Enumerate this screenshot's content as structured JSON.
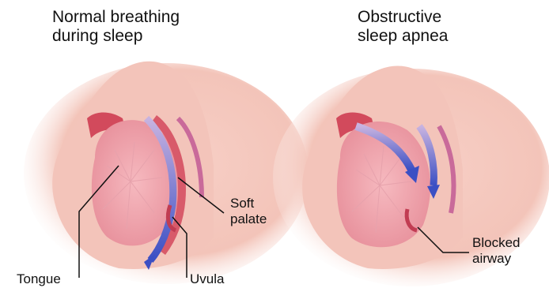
{
  "panels": {
    "left": {
      "title_line1": "Normal breathing",
      "title_line2": "during sleep"
    },
    "right": {
      "title_line1": "Obstructive",
      "title_line2": "sleep apnea"
    }
  },
  "labels": {
    "soft_palate_line1": "Soft",
    "soft_palate_line2": "palate",
    "tongue": "Tongue",
    "uvula": "Uvula",
    "blocked_line1": "Blocked",
    "blocked_line2": "airway"
  },
  "colors": {
    "skin": "#f6d2c4",
    "tissue": "#e88b94",
    "airway_flow": "#3b4fc4",
    "leader_line": "#111111"
  }
}
